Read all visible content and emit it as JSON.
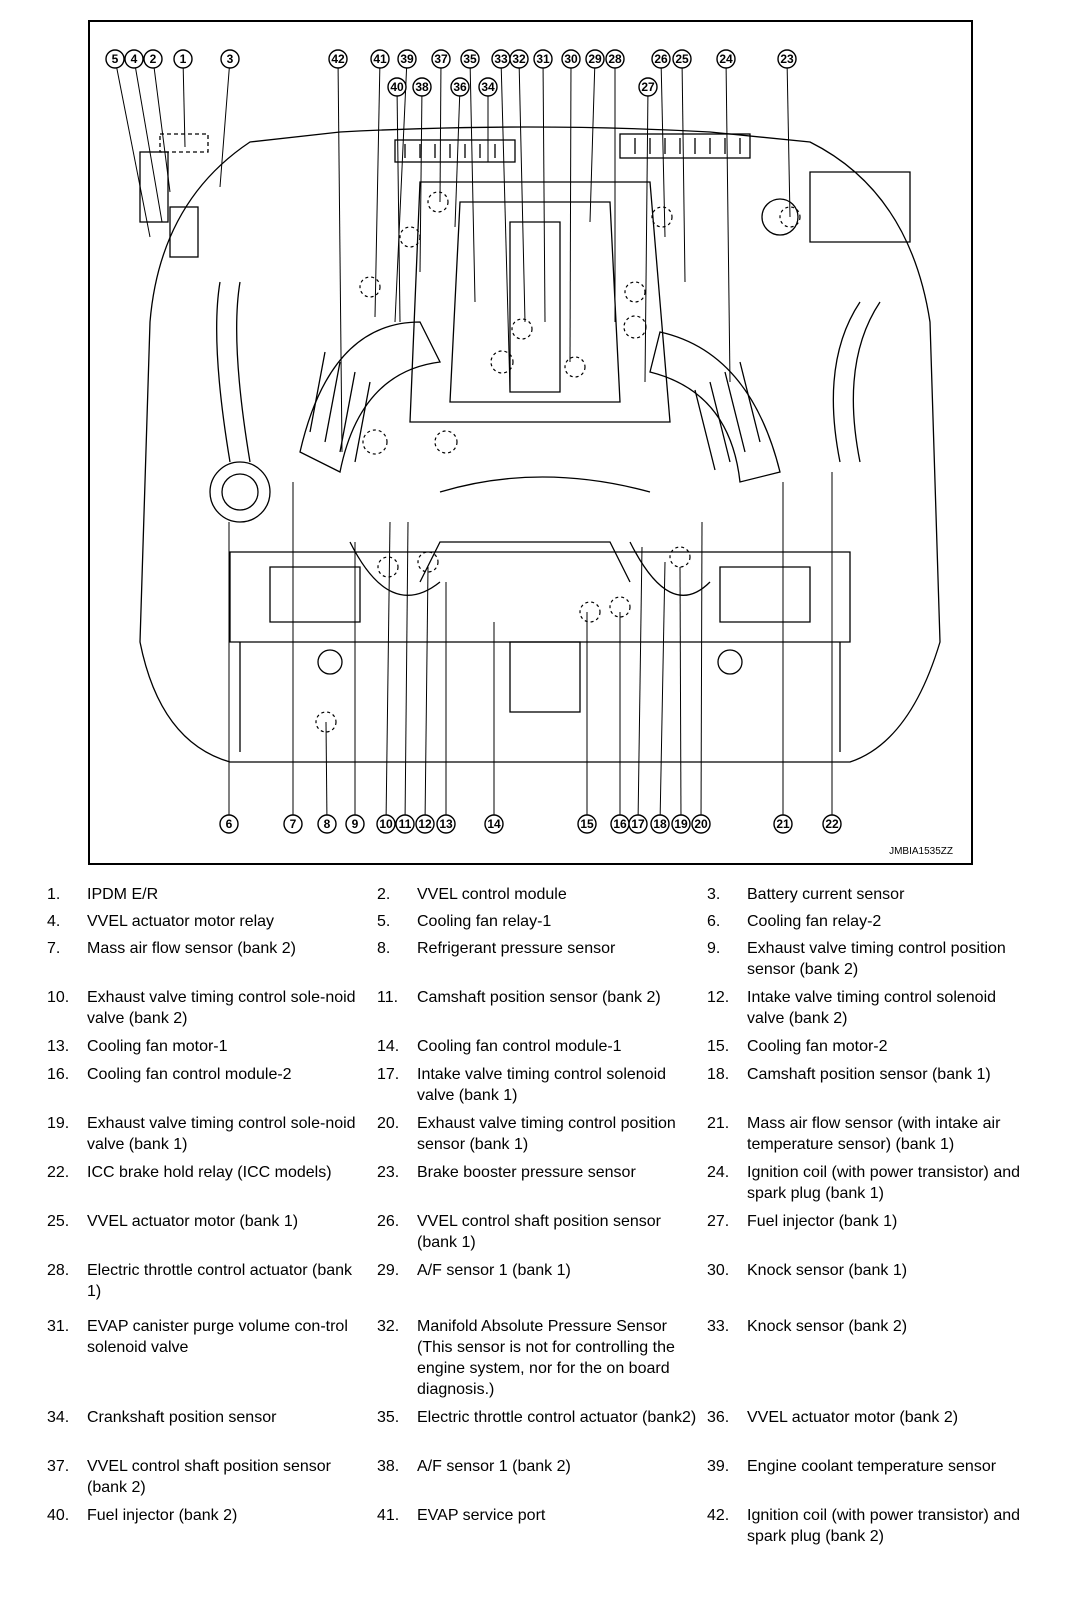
{
  "figure": {
    "code": "JMBIA1535ZZ",
    "top_callouts_row1": [
      "5",
      "4",
      "2",
      "1",
      "3",
      "42",
      "41",
      "39",
      "37",
      "35",
      "33",
      "32",
      "31",
      "30",
      "29",
      "28",
      "26",
      "25",
      "24",
      "23"
    ],
    "top_callouts_row2": [
      "40",
      "38",
      "36",
      "34",
      "27"
    ],
    "bottom_callouts": [
      "6",
      "7",
      "8",
      "9",
      "10",
      "11",
      "12",
      "13",
      "14",
      "15",
      "16",
      "17",
      "18",
      "19",
      "20",
      "21",
      "22"
    ]
  },
  "legend": [
    {
      "num": "1.",
      "text": "IPDM E/R"
    },
    {
      "num": "2.",
      "text": "VVEL control module"
    },
    {
      "num": "3.",
      "text": "Battery current sensor"
    },
    {
      "num": "4.",
      "text": "VVEL actuator motor relay"
    },
    {
      "num": "5.",
      "text": "Cooling fan relay-1"
    },
    {
      "num": "6.",
      "text": "Cooling fan relay-2"
    },
    {
      "num": "7.",
      "text": "Mass air flow sensor (bank 2)"
    },
    {
      "num": "8.",
      "text": "Refrigerant pressure sensor"
    },
    {
      "num": "9.",
      "text": "Exhaust valve timing control position sensor (bank 2)"
    },
    {
      "num": "10.",
      "text": "Exhaust valve timing control sole-noid valve (bank 2)"
    },
    {
      "num": "11.",
      "text": "Camshaft position sensor (bank 2)"
    },
    {
      "num": "12.",
      "text": "Intake valve timing control solenoid valve (bank 2)"
    },
    {
      "num": "13.",
      "text": "Cooling fan motor-1"
    },
    {
      "num": "14.",
      "text": "Cooling fan control module-1"
    },
    {
      "num": "15.",
      "text": "Cooling fan motor-2"
    },
    {
      "num": "16.",
      "text": "Cooling fan control module-2"
    },
    {
      "num": "17.",
      "text": "Intake valve timing control solenoid valve (bank 1)"
    },
    {
      "num": "18.",
      "text": "Camshaft position sensor (bank 1)"
    },
    {
      "num": "19.",
      "text": "Exhaust valve timing control sole-noid valve (bank 1)"
    },
    {
      "num": "20.",
      "text": "Exhaust valve timing control position sensor (bank 1)"
    },
    {
      "num": "21.",
      "text": "Mass air flow sensor (with intake air temperature sensor) (bank 1)"
    },
    {
      "num": "22.",
      "text": "ICC brake hold relay (ICC models)"
    },
    {
      "num": "23.",
      "text": "Brake booster pressure sensor"
    },
    {
      "num": "24.",
      "text": "Ignition coil (with power transistor) and spark plug (bank 1)"
    },
    {
      "num": "25.",
      "text": "VVEL actuator motor (bank 1)"
    },
    {
      "num": "26.",
      "text": "VVEL control shaft position sensor (bank 1)"
    },
    {
      "num": "27.",
      "text": "Fuel injector (bank 1)"
    },
    {
      "num": "28.",
      "text": "Electric throttle control actuator (bank 1)"
    },
    {
      "num": "29.",
      "text": "A/F sensor 1 (bank 1)"
    },
    {
      "num": "30.",
      "text": "Knock sensor (bank 1)"
    },
    {
      "num": "31.",
      "text": "EVAP canister purge volume con-trol solenoid valve"
    },
    {
      "num": "32.",
      "text": "Manifold Absolute Pressure Sensor (This sensor is not for controlling the engine system, nor for the on board diagnosis.)"
    },
    {
      "num": "33.",
      "text": "Knock sensor (bank 2)"
    },
    {
      "num": "34.",
      "text": "Crankshaft position sensor"
    },
    {
      "num": "35.",
      "text": "Electric throttle control actuator (bank2)"
    },
    {
      "num": "36.",
      "text": "VVEL actuator motor (bank 2)"
    },
    {
      "num": "37.",
      "text": "VVEL control shaft position sensor (bank 2)"
    },
    {
      "num": "38.",
      "text": "A/F sensor 1 (bank 2)"
    },
    {
      "num": "39.",
      "text": "Engine coolant temperature sensor"
    },
    {
      "num": "40.",
      "text": "Fuel injector (bank 2)"
    },
    {
      "num": "41.",
      "text": "EVAP service port"
    },
    {
      "num": "42.",
      "text": "Ignition coil (with power transistor) and spark plug (bank 2)"
    }
  ]
}
